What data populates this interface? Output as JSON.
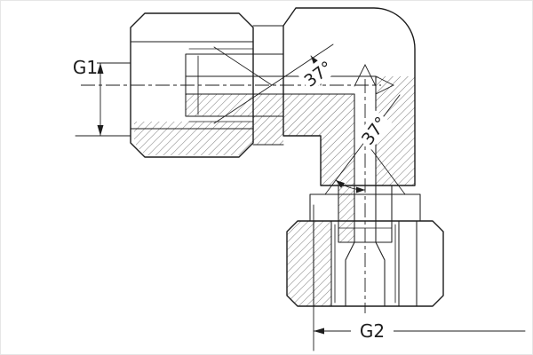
{
  "drawing": {
    "type": "technical-section",
    "description": "90 degree elbow swivel fitting shown in half-section with flare seats",
    "labels": {
      "g1": "G1",
      "g2": "G2",
      "angle_top": "37°",
      "angle_bottom": "37°"
    },
    "colors": {
      "line": "#1d1d1d",
      "hatch": "#3a3a3a",
      "background": "#ffffff"
    }
  }
}
